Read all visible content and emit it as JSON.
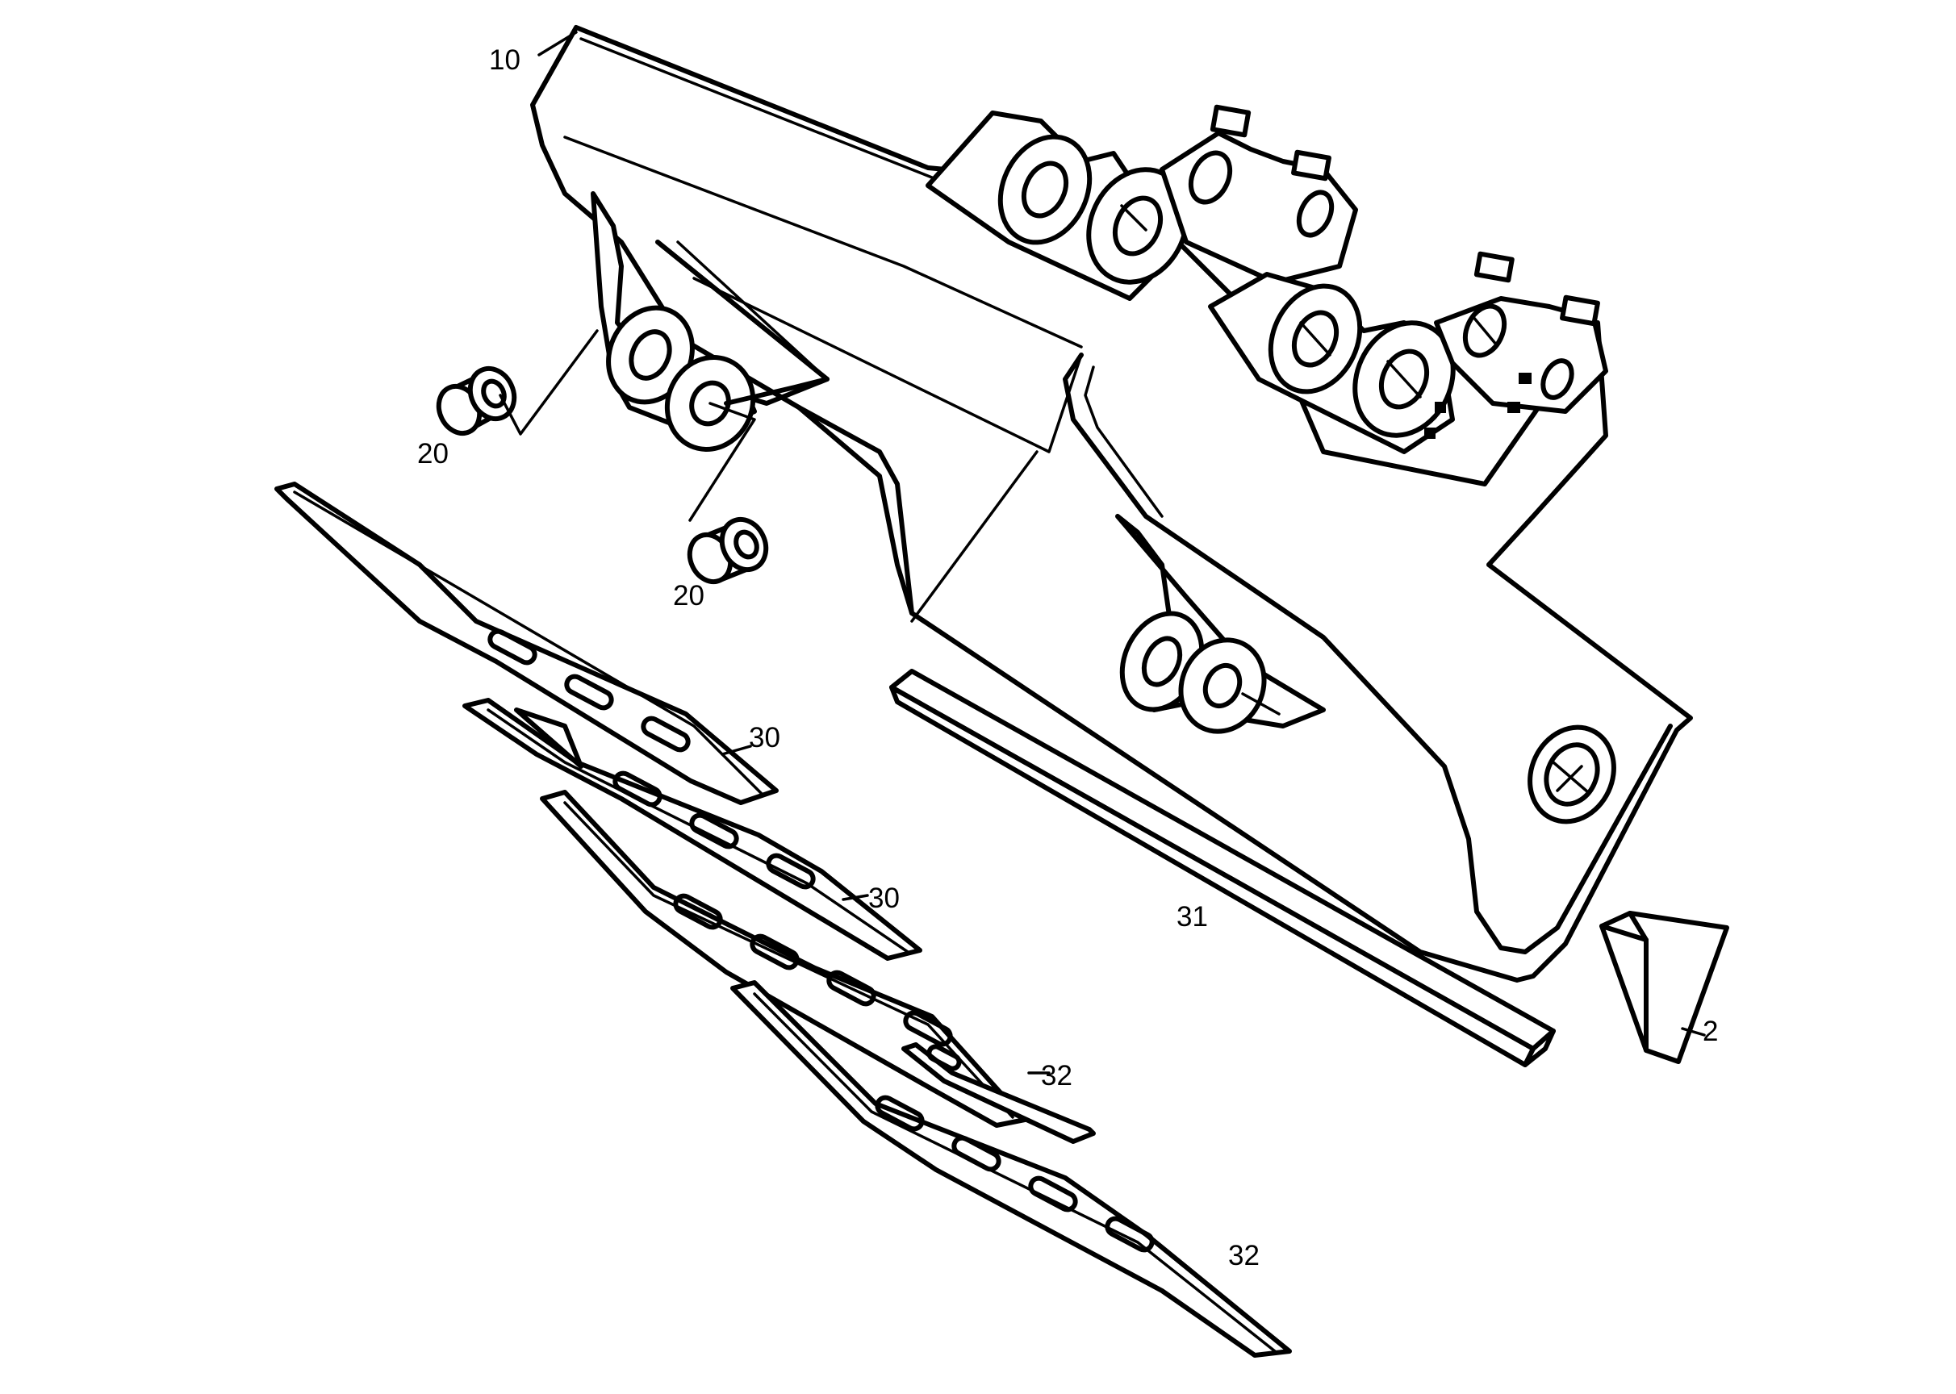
{
  "diagram": {
    "callouts": [
      {
        "id": "c10",
        "text": "10"
      },
      {
        "id": "c20a",
        "text": "20"
      },
      {
        "id": "c20b",
        "text": "20"
      },
      {
        "id": "c30a",
        "text": "30"
      },
      {
        "id": "c30b",
        "text": "30"
      },
      {
        "id": "c31",
        "text": "31"
      },
      {
        "id": "c32a",
        "text": "32"
      },
      {
        "id": "c32b",
        "text": "32"
      },
      {
        "id": "c2",
        "text": "2"
      }
    ]
  }
}
